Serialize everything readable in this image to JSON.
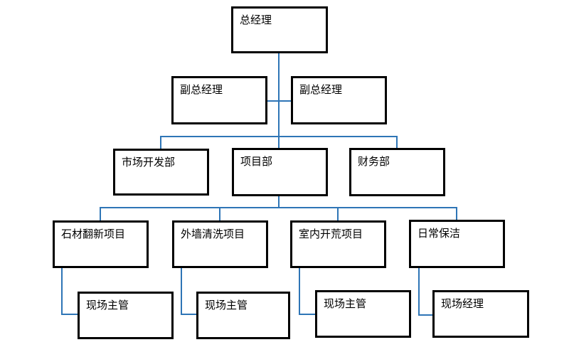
{
  "diagram": {
    "type": "org-chart",
    "colors": {
      "connector": "#2e75b6",
      "box_border": "#000000",
      "box_fill": "#ffffff",
      "text": "#000000",
      "background": "#ffffff"
    },
    "nodes": [
      {
        "id": "gm",
        "label": "总经理",
        "level": 1
      },
      {
        "id": "dgm1",
        "label": "副总经理",
        "level": 2
      },
      {
        "id": "dgm2",
        "label": "副总经理",
        "level": 2
      },
      {
        "id": "market",
        "label": "市场开发部",
        "level": 3
      },
      {
        "id": "project",
        "label": "项目部",
        "level": 3
      },
      {
        "id": "finance",
        "label": "财务部",
        "level": 3
      },
      {
        "id": "stone",
        "label": "石材翻新项目",
        "level": 4
      },
      {
        "id": "wall",
        "label": "外墙清洗项目",
        "level": 4
      },
      {
        "id": "indoor",
        "label": "室内开荒项目",
        "level": 4
      },
      {
        "id": "daily",
        "label": "日常保洁",
        "level": 4
      },
      {
        "id": "sup1",
        "label": "现场主管",
        "level": 5
      },
      {
        "id": "sup2",
        "label": "现场主管",
        "level": 5
      },
      {
        "id": "sup3",
        "label": "现场主管",
        "level": 5
      },
      {
        "id": "mgr",
        "label": "现场经理",
        "level": 5
      }
    ],
    "edges": [
      {
        "from": "gm",
        "to": "dgm1"
      },
      {
        "from": "gm",
        "to": "dgm2"
      },
      {
        "from": "gm",
        "to": "market"
      },
      {
        "from": "gm",
        "to": "project"
      },
      {
        "from": "gm",
        "to": "finance"
      },
      {
        "from": "project",
        "to": "stone"
      },
      {
        "from": "project",
        "to": "wall"
      },
      {
        "from": "project",
        "to": "indoor"
      },
      {
        "from": "project",
        "to": "daily"
      },
      {
        "from": "stone",
        "to": "sup1"
      },
      {
        "from": "wall",
        "to": "sup2"
      },
      {
        "from": "indoor",
        "to": "sup3"
      },
      {
        "from": "daily",
        "to": "mgr"
      }
    ]
  }
}
